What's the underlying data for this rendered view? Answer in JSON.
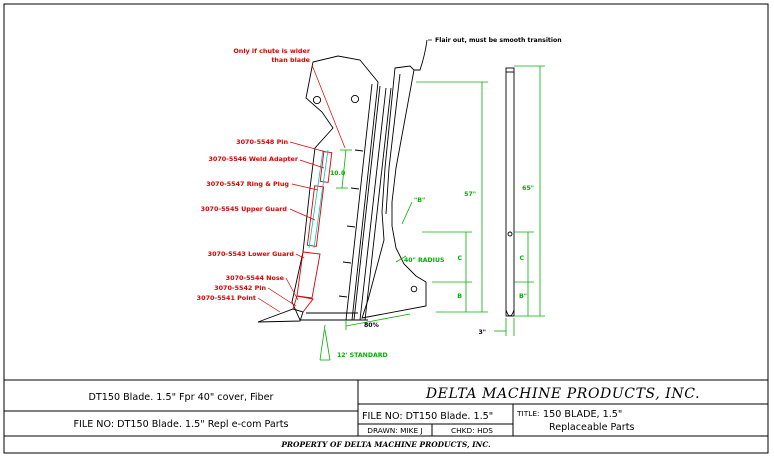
{
  "drawing": {
    "callouts": [
      {
        "id": "chute",
        "text_lines": [
          "Only if chute is wider",
          "than blade"
        ]
      },
      {
        "id": "pin_top",
        "text": "3070-5548 Pin"
      },
      {
        "id": "weld_adapter",
        "text": "3070-5546 Weld Adapter"
      },
      {
        "id": "ring_plug",
        "text": "3070-5547 Ring & Plug"
      },
      {
        "id": "upper_guard",
        "text": "3070-5545 Upper Guard"
      },
      {
        "id": "lower_guard",
        "text": "3070-5543 Lower Guard"
      },
      {
        "id": "nose",
        "text": "3070-5544 Nose"
      },
      {
        "id": "pin_low",
        "text": "3070-5542 Pin"
      },
      {
        "id": "point",
        "text": "3070-5541 Point"
      }
    ],
    "flair_note": "Flair out, must be smooth transition",
    "dimensions": {
      "guard_length": "10.0",
      "height_57": "57\"",
      "height_65": "65\"",
      "c_left": "C",
      "b_left": "B",
      "c_right": "C",
      "b_right": "B\"",
      "b_quote": "\"B\"",
      "radius": "40\" RADIUS",
      "angle_80": "80%",
      "standard": "12' STANDARD",
      "width_3": "3\""
    }
  },
  "title_block": {
    "description": "DT150 Blade. 1.5\" Fpr 40\" cover, Fiber",
    "file_left": "FILE NO: DT150 Blade. 1.5\" Repl e-com Parts",
    "company": "DELTA MACHINE PRODUCTS, INC.",
    "file_right": "FILE NO: DT150 Blade. 1.5\"",
    "drawn": "DRAWN: MIKE J",
    "checked": "CHKD: HDS",
    "title_label": "TITLE:",
    "title_line1": "150 BLADE, 1.5\"",
    "title_line2": "Replaceable Parts",
    "property": "PROPERTY OF DELTA MACHINE PRODUCTS, INC."
  }
}
